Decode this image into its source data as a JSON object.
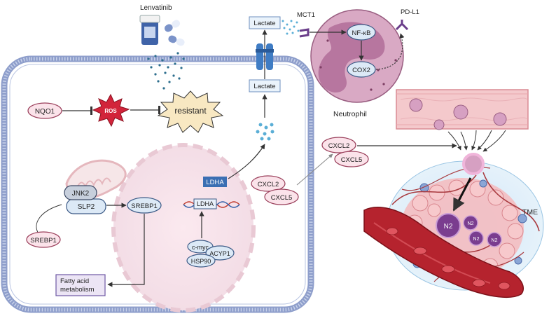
{
  "labels": {
    "lenvatinib": "Lenvatinib",
    "lactate_top": "Lactate",
    "lactate_inner": "Lactate",
    "mct1": "MCT1",
    "nfkb": "NF-κB",
    "cox2": "COX2",
    "pdl1": "PD-L1",
    "neutrophil": "Neutrophil",
    "nqo1": "NQO1",
    "ros": "ROS",
    "resistant": "resistant",
    "jnk2": "JNK2",
    "slp2": "SLP2",
    "srebp1_left": "SREBP1",
    "srebp1_mid": "SREBP1",
    "fatty_acid_line1": "Fatty acid",
    "fatty_acid_line2": "metabolism",
    "ldha_protein": "LDHA",
    "ldha_gene": "LDHA",
    "c_myc": "c-myc",
    "acyp1": "ACYP1",
    "hsp90": "HSP90",
    "cxcl2_cell": "CXCL2",
    "cxcl5_cell": "CXCL5",
    "cxcl2_out": "CXCL2",
    "cxcl5_out": "CXCL5",
    "n2_big": "N2",
    "n2_a": "N2",
    "n2_b": "N2",
    "n2_c": "N2",
    "tme": "TME"
  },
  "colors": {
    "membrane": "#8e9ecb",
    "cell_fill": "#ffffff",
    "neutrophil_fill": "#d9a9c4",
    "neutrophil_nucleus": "#b7769f",
    "ros_fill": "#d2243a",
    "resistant_fill": "#f8e8c2",
    "pink_oval": "#fbe3ea",
    "pink_border": "#9a3f5b",
    "blue_box": "#dce9f6",
    "blue_border": "#3c5a86",
    "ldha_fill": "#3b6fb3",
    "purple_box": "#ece5f5",
    "purple_border": "#6d58a4",
    "vessel": "#f4c9cc",
    "tumor": "#f3b5b8",
    "blood": "#b5232e",
    "n2": "#7a3d8f",
    "dots": "#5aaed6"
  }
}
